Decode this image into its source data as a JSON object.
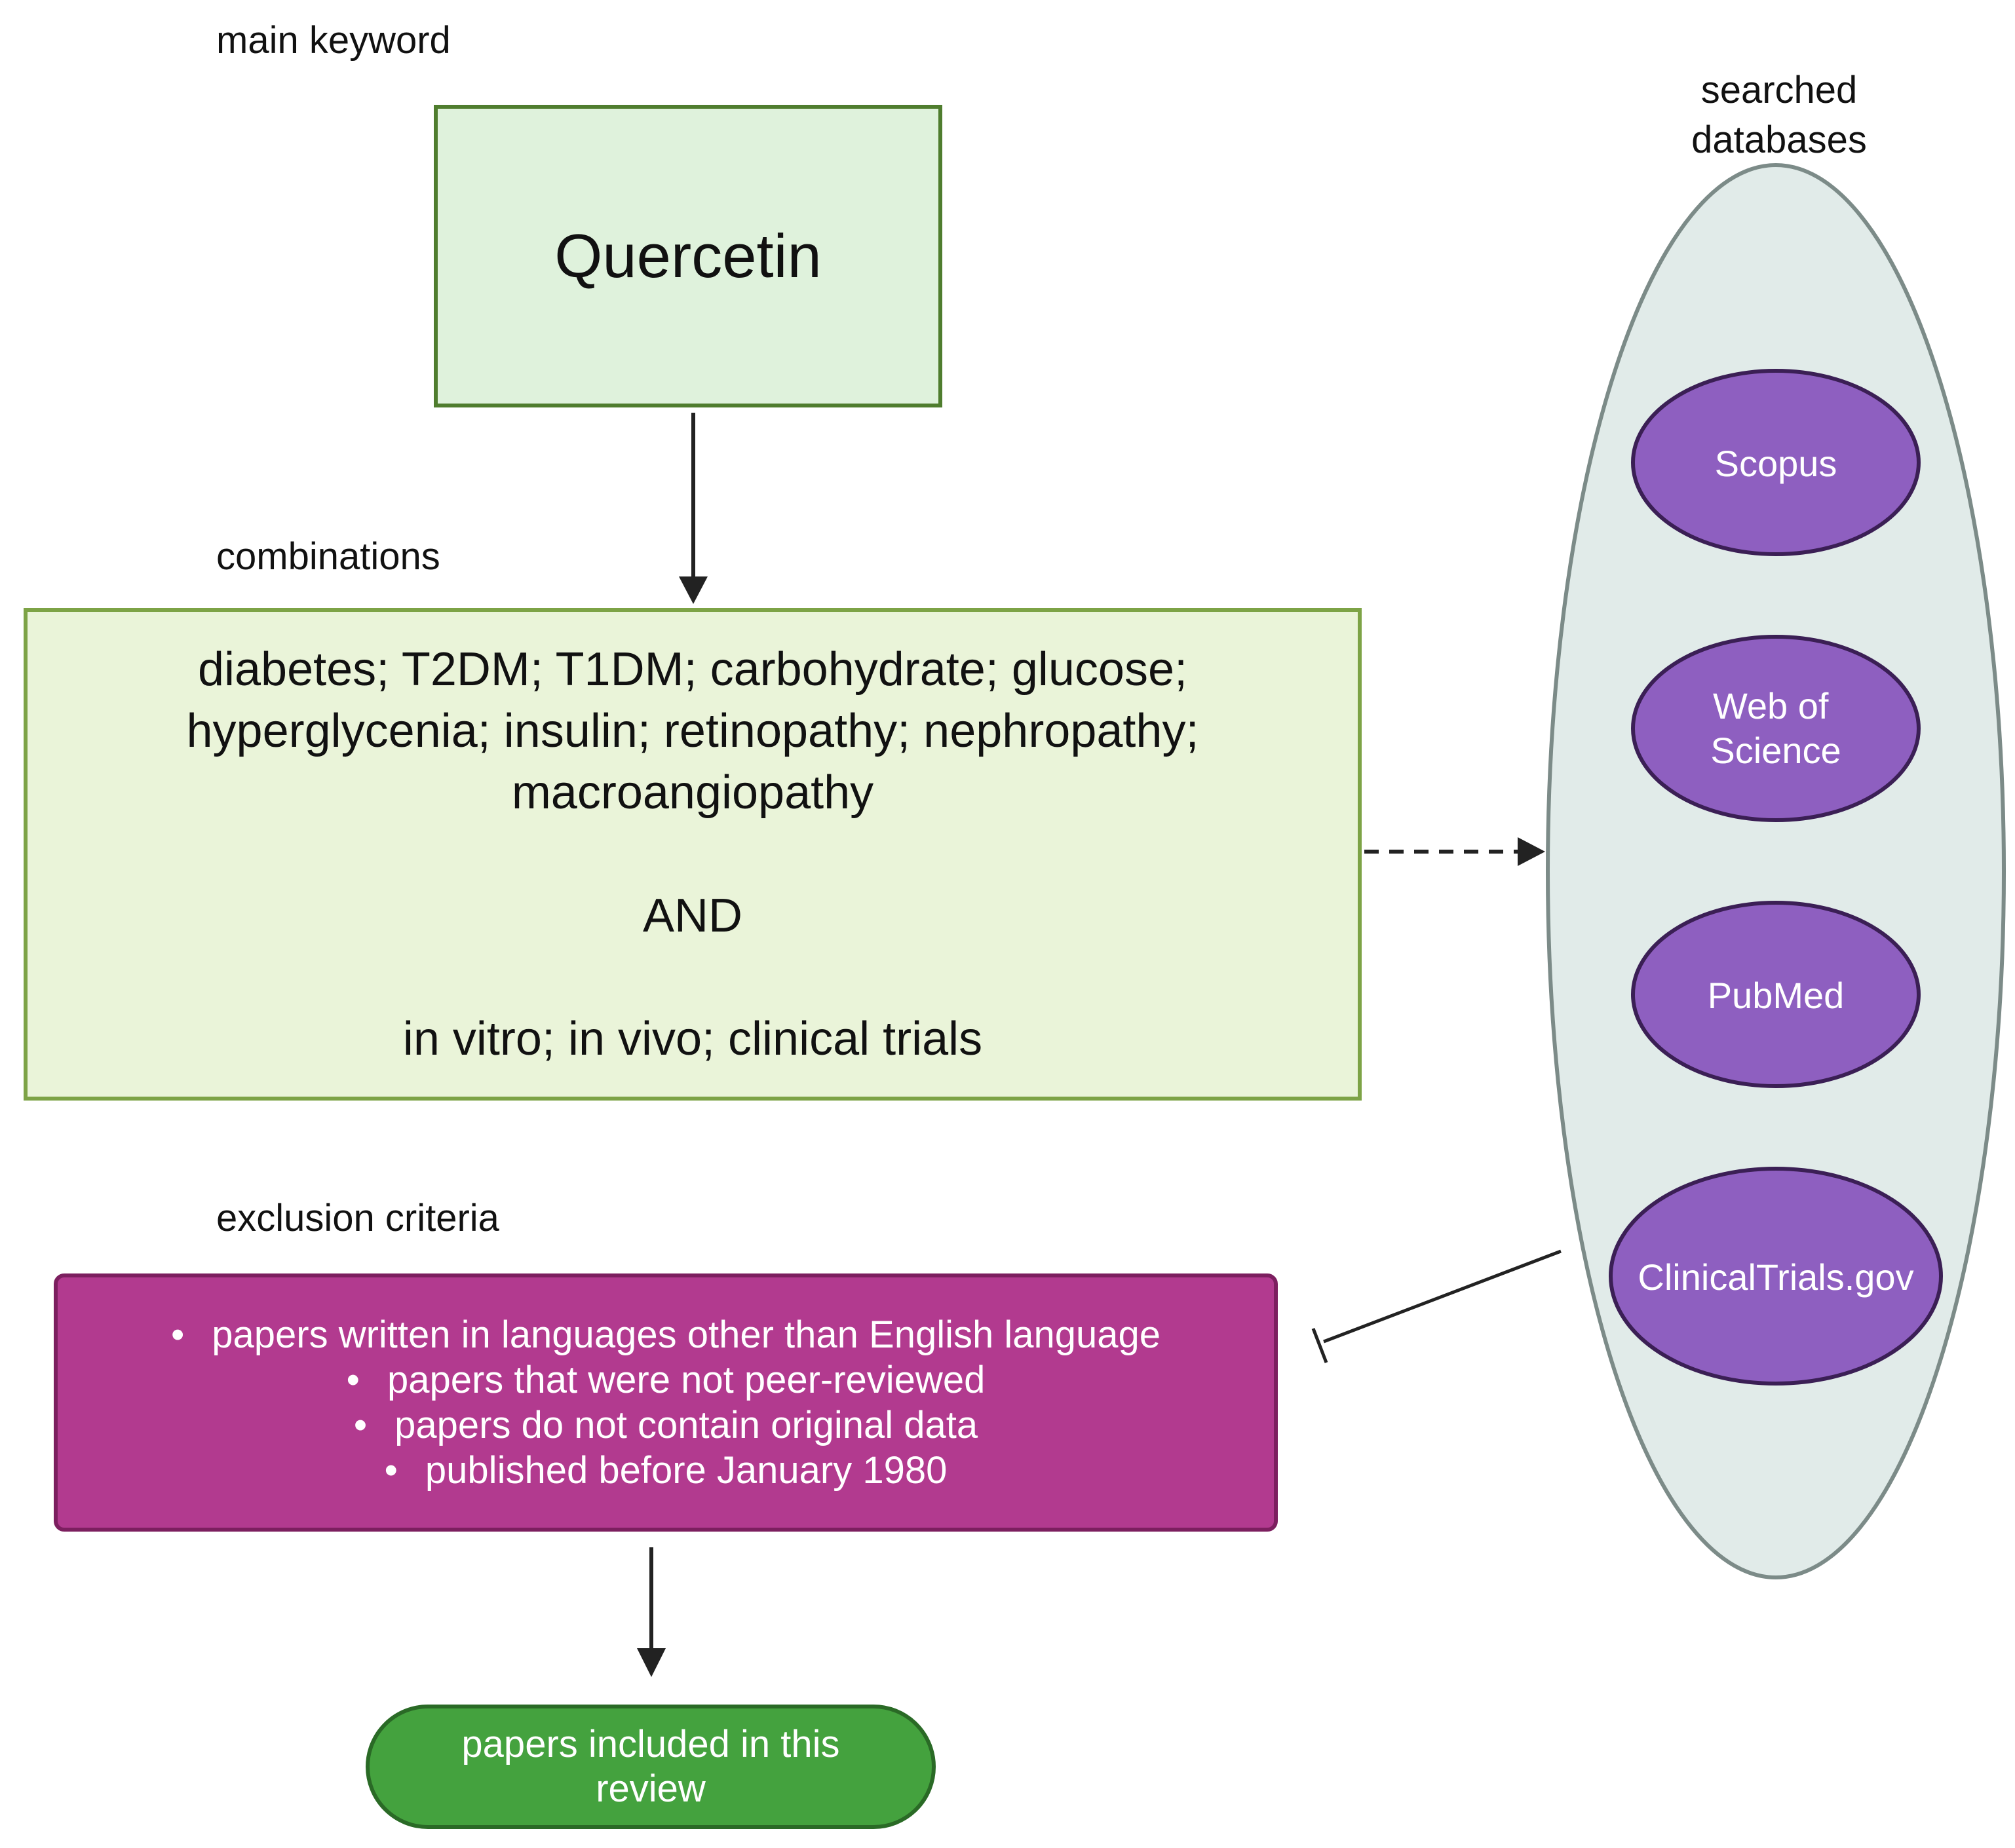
{
  "labels": {
    "main_keyword": "main keyword",
    "combinations": "combinations",
    "exclusion_criteria": "exclusion criteria",
    "searched_databases": [
      "searched",
      "databases"
    ]
  },
  "keyword": "Quercetin",
  "combinations": {
    "lines": [
      "diabetes; T2DM; T1DM; carbohydrate; glucose;",
      "hyperglycenia; insulin; retinopathy; nephropathy;",
      "macroangiopathy"
    ],
    "operator": "AND",
    "study_types": "in vitro; in vivo; clinical trials"
  },
  "exclusion_criteria": [
    "papers written in languages other than English language",
    "papers that were not peer-reviewed",
    "papers do not contain original data",
    "published before January 1980"
  ],
  "databases": [
    {
      "lines": [
        "Scopus"
      ]
    },
    {
      "lines": [
        "Web of",
        "Science"
      ]
    },
    {
      "lines": [
        "PubMed"
      ]
    },
    {
      "lines": [
        "ClinicalTrials.gov"
      ]
    }
  ],
  "result": [
    "papers included in this",
    "review"
  ],
  "colors": {
    "keyword_fill": "#dff2dc",
    "combo_fill": "#eaf4d9",
    "exclusion_fill": "#b23a8f",
    "result_fill": "#44a23e",
    "database_container_fill": "#e1ebe9",
    "database_fill": "#8e5fc0"
  }
}
